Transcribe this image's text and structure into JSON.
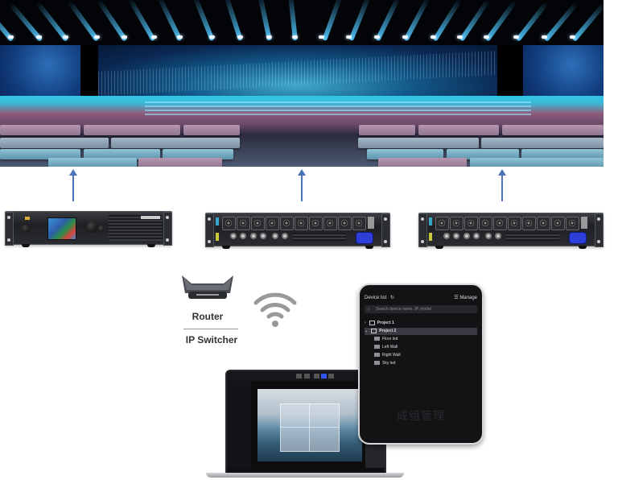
{
  "diagram": {
    "stage": {
      "name": "LED stage screen",
      "screens": [
        "left-side-screen",
        "main-screen",
        "right-side-screen"
      ]
    },
    "devices": [
      {
        "id": "controller",
        "type": "video processor / controller",
        "has_screen": true
      },
      {
        "id": "receiver-1",
        "type": "rear-panel distribution unit",
        "xlr_ports": 10
      },
      {
        "id": "receiver-2",
        "type": "rear-panel distribution unit",
        "xlr_ports": 10
      }
    ],
    "arrows": [
      {
        "from": "controller",
        "to": "stage",
        "direction": "up"
      },
      {
        "from": "receiver-1",
        "to": "stage",
        "direction": "up"
      },
      {
        "from": "receiver-2",
        "to": "stage",
        "direction": "up"
      }
    ],
    "network": {
      "router_label": "Router",
      "switcher_label": "IP Switcher",
      "wireless_icon": "wifi-icon"
    },
    "phone_app": {
      "header_title": "Device list",
      "refresh_icon": "refresh-icon",
      "manage_label": "Manage",
      "search_placeholder": "Search device name, IP, model",
      "projects": [
        {
          "label": "Project 1",
          "expanded": false,
          "selected": false,
          "children": []
        },
        {
          "label": "Project 2",
          "expanded": true,
          "selected": true,
          "children": [
            "Floor led",
            "Left Wall",
            "Right Wall",
            "Sky led"
          ]
        }
      ],
      "caption": "成组管理"
    },
    "laptop": {
      "app": "LED control software",
      "content": "mountain landscape with 2x2 screen layout grid overlay"
    },
    "colors": {
      "arrow": "#4a73b8",
      "phone_bg": "#131316",
      "selected_row": "#3a3a42",
      "power_connector": "#2d3fd6"
    }
  }
}
